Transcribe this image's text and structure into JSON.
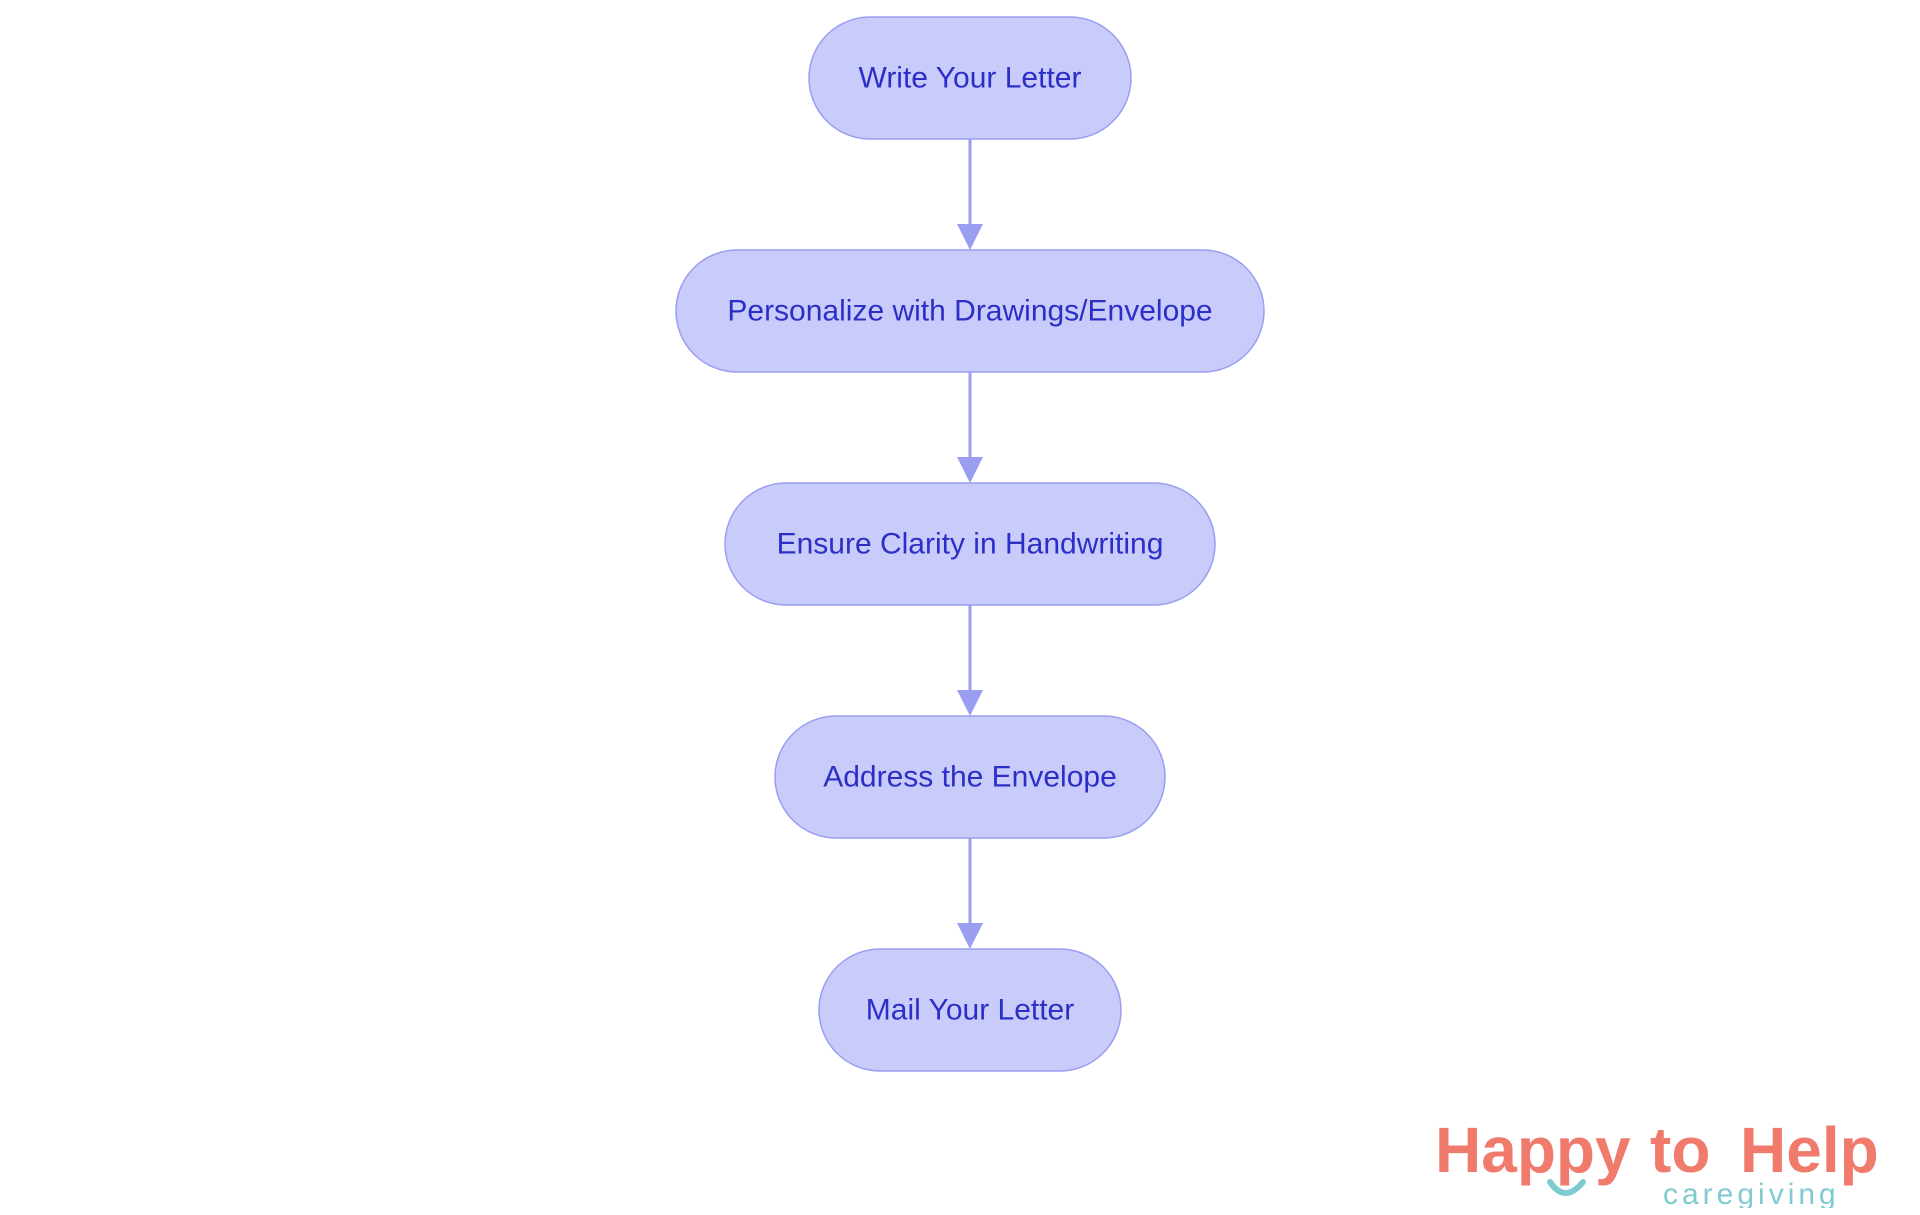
{
  "colors": {
    "node_fill": "#c9ccfb",
    "node_stroke": "#9a9ef0",
    "node_text": "#2b2fc6",
    "edge": "#9a9ef0",
    "logo_coral": "#f07a6c",
    "logo_teal": "#7fcbd0"
  },
  "flow": {
    "steps": [
      {
        "label": "Write Your Letter"
      },
      {
        "label": "Personalize with Drawings/Envelope"
      },
      {
        "label": "Ensure Clarity in Handwriting"
      },
      {
        "label": "Address the Envelope"
      },
      {
        "label": "Mail Your Letter"
      }
    ]
  },
  "logo": {
    "word1": "Happy",
    "word2": "to",
    "word3": "Help",
    "tagline": "caregiving",
    "icon": "smile-icon"
  }
}
